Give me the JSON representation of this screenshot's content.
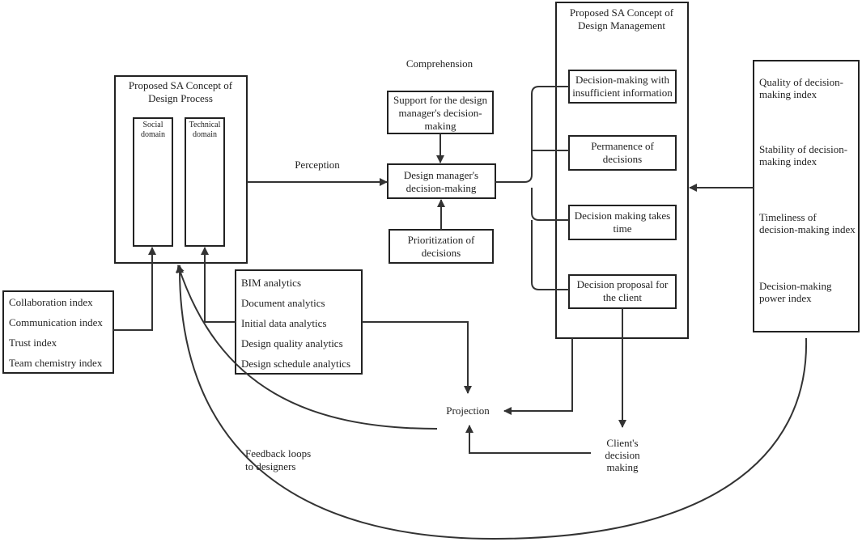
{
  "design_process": {
    "title": [
      "Proposed SA Concept of",
      "Design Process"
    ],
    "social": [
      "Social",
      "domain"
    ],
    "technical": [
      "Technical",
      "domain"
    ]
  },
  "design_management": {
    "title": [
      "Proposed SA Concept of",
      "Design Management"
    ],
    "items": [
      [
        "Decision-making with",
        "insufficient information"
      ],
      [
        "Permanence of",
        "decisions"
      ],
      [
        "Decision making takes",
        "time"
      ],
      [
        "Decision proposal for",
        "the client"
      ]
    ]
  },
  "comprehension": {
    "heading": "Comprehension",
    "support": [
      "Support for the design",
      "manager's decision-",
      "making"
    ],
    "dm": [
      "Design manager's",
      "decision-making"
    ],
    "prioritization": [
      "Prioritization of",
      "decisions"
    ]
  },
  "indices_right": {
    "items": [
      [
        "Quality of decision-",
        "making index"
      ],
      [
        "Stability of decision-",
        "making index"
      ],
      [
        "Timeliness of",
        "decision-making index"
      ],
      [
        "Decision-making",
        "power index"
      ]
    ]
  },
  "indices_left": [
    "Collaboration index",
    "Communication index",
    "Trust index",
    "Team chemistry index"
  ],
  "analytics": [
    "BIM analytics",
    "Document analytics",
    "Initial data analytics",
    "Design quality analytics",
    "Design schedule analytics"
  ],
  "labels": {
    "perception": "Perception",
    "projection": "Projection",
    "client": [
      "Client's",
      "decision",
      "making"
    ],
    "feedback": [
      "Feedback loops",
      "to designers"
    ]
  }
}
